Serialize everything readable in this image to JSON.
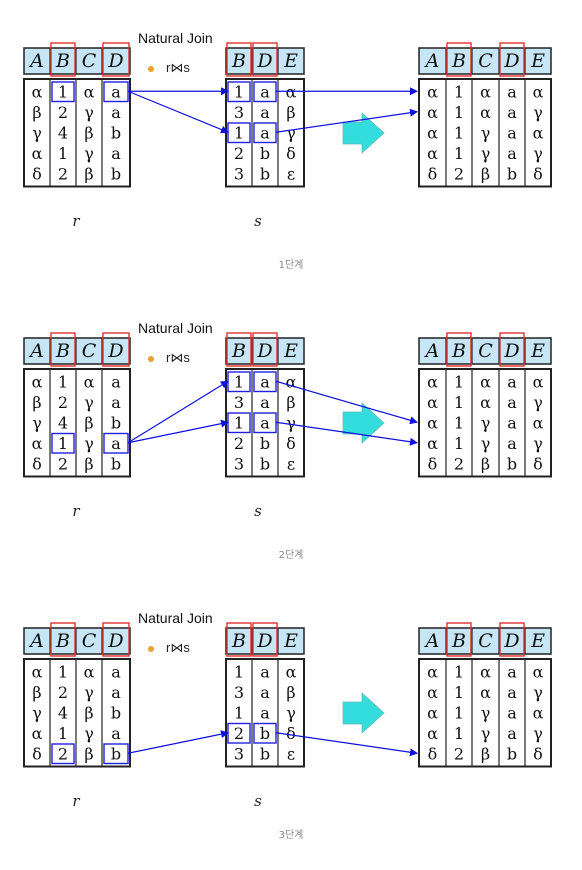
{
  "diagram_title": "Natural Join",
  "expression": "r⋈s",
  "colors": {
    "header_bg": "#c6e6f6",
    "highlight_red": "#e03030",
    "highlight_blue": "#2020e0",
    "arrow_blue": "#1010dd",
    "big_arrow": "#33dddd"
  },
  "table_r": {
    "label": "r",
    "columns": [
      "A",
      "B",
      "C",
      "D"
    ],
    "rows": [
      [
        "α",
        "1",
        "α",
        "a"
      ],
      [
        "β",
        "2",
        "γ",
        "a"
      ],
      [
        "γ",
        "4",
        "β",
        "b"
      ],
      [
        "α",
        "1",
        "γ",
        "a"
      ],
      [
        "δ",
        "2",
        "β",
        "b"
      ]
    ]
  },
  "table_s": {
    "label": "s",
    "columns": [
      "B",
      "D",
      "E"
    ],
    "rows": [
      [
        "1",
        "a",
        "α"
      ],
      [
        "3",
        "a",
        "β"
      ],
      [
        "1",
        "a",
        "γ"
      ],
      [
        "2",
        "b",
        "δ"
      ],
      [
        "3",
        "b",
        "ε"
      ]
    ]
  },
  "table_result": {
    "columns": [
      "A",
      "B",
      "C",
      "D",
      "E"
    ],
    "rows": [
      [
        "α",
        "1",
        "α",
        "a",
        "α"
      ],
      [
        "α",
        "1",
        "α",
        "a",
        "γ"
      ],
      [
        "α",
        "1",
        "γ",
        "a",
        "α"
      ],
      [
        "α",
        "1",
        "γ",
        "a",
        "γ"
      ],
      [
        "δ",
        "2",
        "β",
        "b",
        "δ"
      ]
    ]
  },
  "join_columns": [
    "B",
    "D"
  ],
  "steps": [
    {
      "caption": "1단계",
      "r_row": 0,
      "s_rows": [
        0,
        2
      ],
      "result_rows": [
        0,
        1
      ]
    },
    {
      "caption": "2단계",
      "r_row": 3,
      "s_rows": [
        0,
        2
      ],
      "result_rows": [
        2,
        3
      ]
    },
    {
      "caption": "3단계",
      "r_row": 4,
      "s_rows": [
        3
      ],
      "result_rows": [
        4
      ]
    }
  ]
}
